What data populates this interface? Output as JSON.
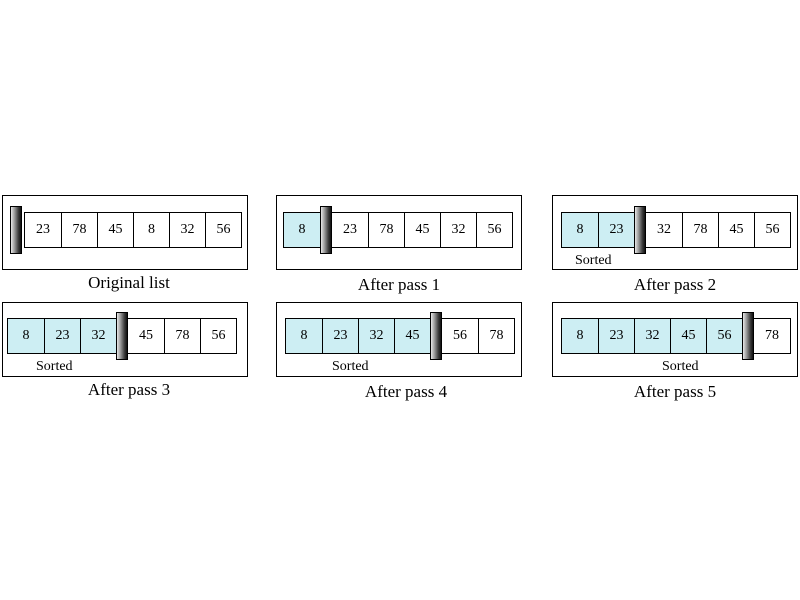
{
  "colors": {
    "sorted_fill": "#cdeef3",
    "unsorted_fill": "#ffffff",
    "wall": "#333333"
  },
  "sorted_text": "Sorted",
  "passes": [
    {
      "caption": "Original list",
      "values": [
        "23",
        "78",
        "45",
        "8",
        "32",
        "56"
      ],
      "sorted_count": 0,
      "show_sorted_label": false
    },
    {
      "caption": "After pass 1",
      "values": [
        "8",
        "23",
        "78",
        "45",
        "32",
        "56"
      ],
      "sorted_count": 1,
      "show_sorted_label": false
    },
    {
      "caption": "After pass 2",
      "values": [
        "8",
        "23",
        "32",
        "78",
        "45",
        "56"
      ],
      "sorted_count": 2,
      "show_sorted_label": true
    },
    {
      "caption": "After pass 3",
      "values": [
        "8",
        "23",
        "32",
        "45",
        "78",
        "56"
      ],
      "sorted_count": 3,
      "show_sorted_label": true
    },
    {
      "caption": "After pass 4",
      "values": [
        "8",
        "23",
        "32",
        "45",
        "56",
        "78"
      ],
      "sorted_count": 4,
      "show_sorted_label": true
    },
    {
      "caption": "After pass 5",
      "values": [
        "8",
        "23",
        "32",
        "45",
        "56",
        "78"
      ],
      "sorted_count": 5,
      "show_sorted_label": true
    }
  ]
}
